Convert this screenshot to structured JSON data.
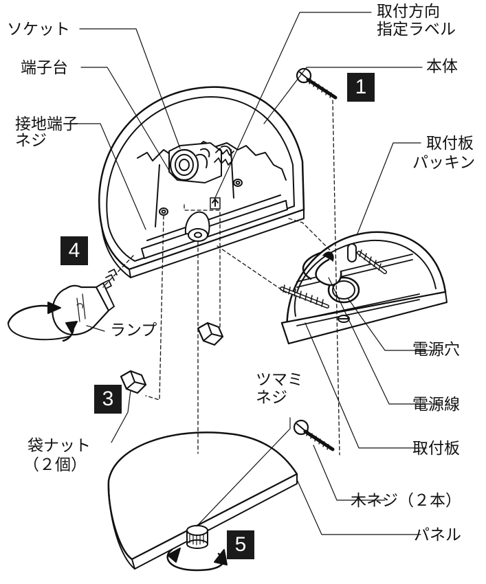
{
  "labels": {
    "socket": "ソケット",
    "mount_direction_line1": "取付方向",
    "mount_direction_line2": "指定ラベル",
    "body": "本体",
    "terminal_block": "端子台",
    "ground_screw_line1": "接地端子",
    "ground_screw_line2": "ネジ",
    "mount_packing_line1": "取付板",
    "mount_packing_line2": "パッキン",
    "lamp": "ランプ",
    "power_hole": "電源穴",
    "power_cable": "電源線",
    "knob_screw_line1": "ツマミ",
    "knob_screw_line2": "ネジ",
    "mount_plate": "取付板",
    "cap_nut_line1": "袋ナット",
    "cap_nut_line2": "（２個）",
    "wood_screw": "木ネジ（２本）",
    "panel": "パネル"
  },
  "steps": [
    "1",
    "3",
    "4",
    "5"
  ]
}
